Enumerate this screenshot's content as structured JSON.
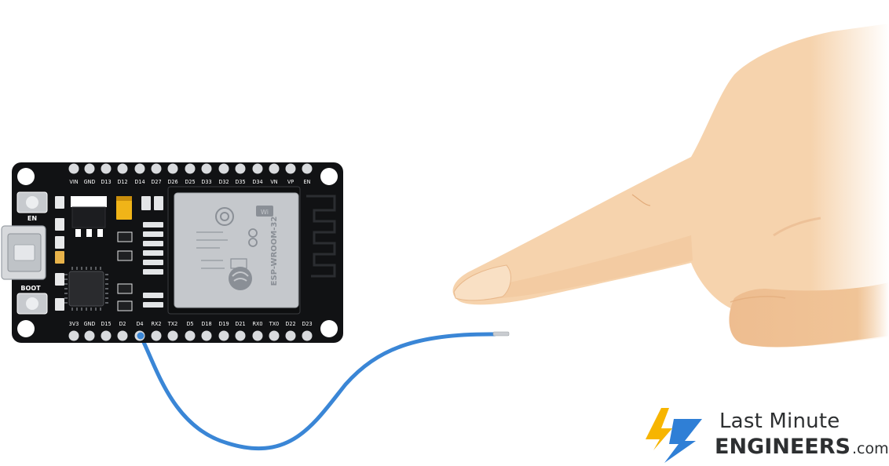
{
  "board": {
    "top_pins": [
      "VIN",
      "GND",
      "D13",
      "D12",
      "D14",
      "D27",
      "D26",
      "D25",
      "D33",
      "D32",
      "D35",
      "D34",
      "VN",
      "VP",
      "EN"
    ],
    "bottom_pins": [
      "3V3",
      "GND",
      "D15",
      "D2",
      "D4",
      "RX2",
      "TX2",
      "D5",
      "D18",
      "D19",
      "D21",
      "RX0",
      "TX0",
      "D22",
      "D23"
    ],
    "button_en_label": "EN",
    "button_boot_label": "BOOT",
    "module_name": "ESP-WROOM-32",
    "colors": {
      "pcb": "#111214",
      "pin": "#d9dbde",
      "module": "#c5c8cc",
      "wire": "#3a86d6",
      "skin": "#f6d3ad"
    }
  },
  "logo": {
    "line1": "Last Minute",
    "line2": "ENGINEERS",
    "suffix": ".com",
    "colors": {
      "bolt_yellow": "#f7b500",
      "bolt_blue": "#2f7fd6",
      "text": "#2d2f31"
    }
  }
}
